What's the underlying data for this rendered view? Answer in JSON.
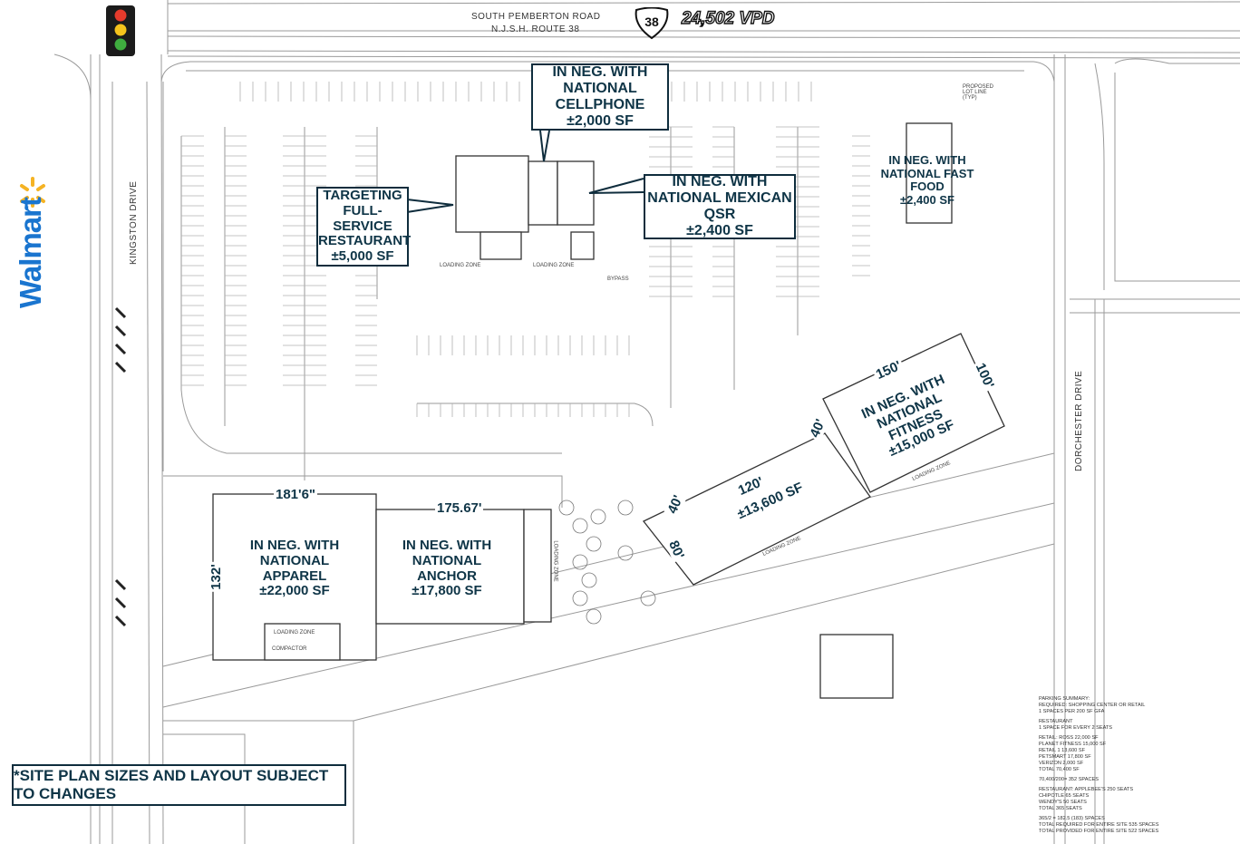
{
  "header": {
    "road_name": "SOUTH PEMBERTON ROAD",
    "road_route": "N.J.S.H. ROUTE 38",
    "route_number": "38",
    "traffic_count": "24,502 VPD"
  },
  "streets": {
    "west": "KINGSTON DRIVE",
    "east": "DORCHESTER DRIVE"
  },
  "anchor_logo": "Walmart",
  "tenants": [
    {
      "id": "cellphone",
      "lines": [
        "IN NEG. WITH",
        "NATIONAL CELLPHONE",
        "±2,000 SF"
      ]
    },
    {
      "id": "fullservice",
      "lines": [
        "TARGETING",
        "FULL-SERVICE",
        "RESTAURANT",
        "±5,000 SF"
      ]
    },
    {
      "id": "mexican",
      "lines": [
        "IN NEG. WITH",
        "NATIONAL MEXICAN QSR",
        "±2,400 SF"
      ]
    },
    {
      "id": "fastfood",
      "lines": [
        "IN NEG. WITH",
        "NATIONAL FAST FOOD",
        "±2,400 SF"
      ]
    },
    {
      "id": "fitness",
      "lines": [
        "IN NEG. WITH",
        "NATIONAL FITNESS",
        "±15,000 SF"
      ]
    },
    {
      "id": "apparel",
      "lines": [
        "IN NEG. WITH",
        "NATIONAL APPAREL",
        "±22,000 SF"
      ]
    },
    {
      "id": "anchor",
      "lines": [
        "IN NEG. WITH",
        "NATIONAL ANCHOR",
        "±17,800 SF"
      ]
    },
    {
      "id": "inline",
      "lines": [
        "±13,600 SF"
      ]
    }
  ],
  "dimensions": {
    "apparel_width": "181'6\"",
    "anchor_width": "175.67'",
    "apparel_depth": "132'",
    "inline_width": "120'",
    "inline_end_a": "40'",
    "inline_end_b": "80'",
    "fitness_end": "40'",
    "fitness_width": "150'",
    "fitness_depth": "100'"
  },
  "labels": {
    "loading_zone": "LOADING ZONE",
    "compactor": "COMPACTOR",
    "bypass": "BYPASS",
    "proposed_lot_line": "PROPOSED LOT LINE (TYP)"
  },
  "parking_summary": [
    "PARKING SUMMARY:",
    "REQUIRED:    SHOPPING CENTER OR RETAIL",
    "                  1 SPACES PER 200 SF GFA",
    "                  RESTAURANT",
    "                  1 SPACE FOR EVERY 2 SEATS",
    "RETAIL:   ROSS              22,000 SF",
    "              PLANET FITNESS   15,000 SF",
    "              RETAIL 1          13,600 SF",
    "              PETSMART          17,800 SF",
    "              VERIZON            2,000 SF",
    "              TOTAL             70,400 SF",
    "              70,400/200= 352 SPACES",
    "RESTAURANT:  APPLEBEE'S     250 SEATS",
    "              CHIPOTLE           65 SEATS",
    "              WENDY'S            50 SEATS",
    "              TOTAL             365 SEATS",
    "              365/2 = 182.5 (183) SPACES",
    "TOTAL REQUIRED FOR ENTIRE SITE    535 SPACES",
    "TOTAL PROVIDED FOR ENTIRE SITE    522 SPACES"
  ],
  "disclaimer": "*SITE PLAN SIZES AND LAYOUT SUBJECT TO CHANGES",
  "colors": {
    "navy": "#0f3547",
    "walmart_blue": "#1a75cf",
    "walmart_spark": "#f5b324",
    "linework": "#8a8a8a"
  }
}
